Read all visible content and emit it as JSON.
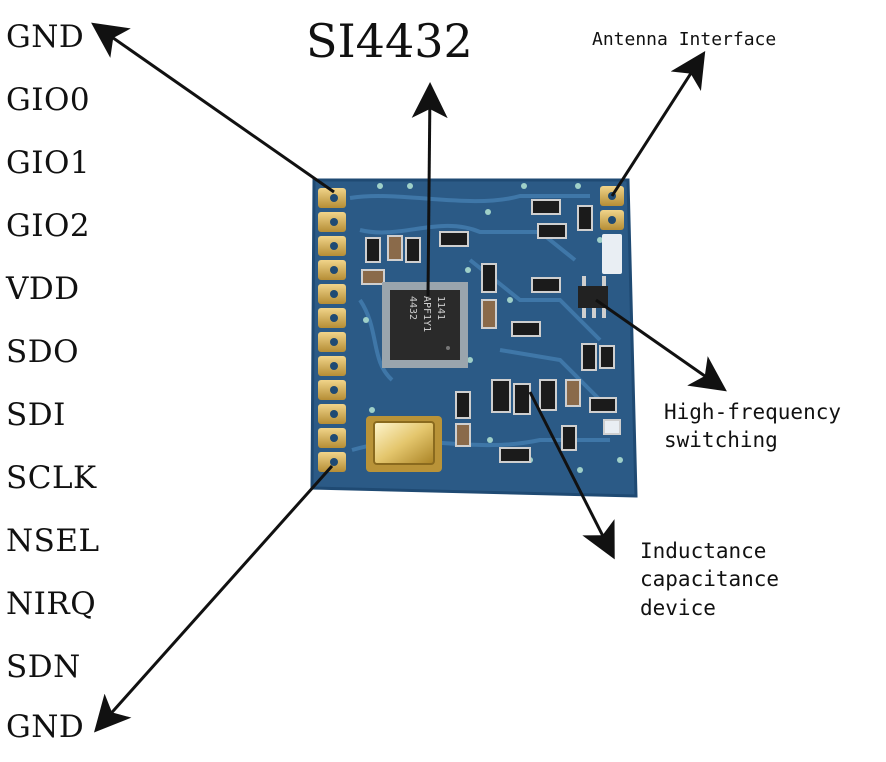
{
  "title": "SI4432",
  "pins": [
    "GND",
    "GIO0",
    "GIO1",
    "GIO2",
    "VDD",
    "SDO",
    "SDI",
    "SCLK",
    "NSEL",
    "NIRQ",
    "SDN",
    "GND"
  ],
  "chip_markings": [
    "4432",
    "APF1Y1",
    "1141"
  ],
  "callouts": {
    "antenna": "Antenna Interface",
    "switch": [
      "High-frequency",
      "switching"
    ],
    "lc": [
      "Inductance",
      "capacitance",
      "device"
    ]
  },
  "colors": {
    "board": "#2b5a86",
    "board_edge": "#1f4a73",
    "trace": "#3f77a8",
    "pad_gold": "#d9b45a",
    "chip": "#2a2a2a",
    "arrow": "#111111"
  }
}
